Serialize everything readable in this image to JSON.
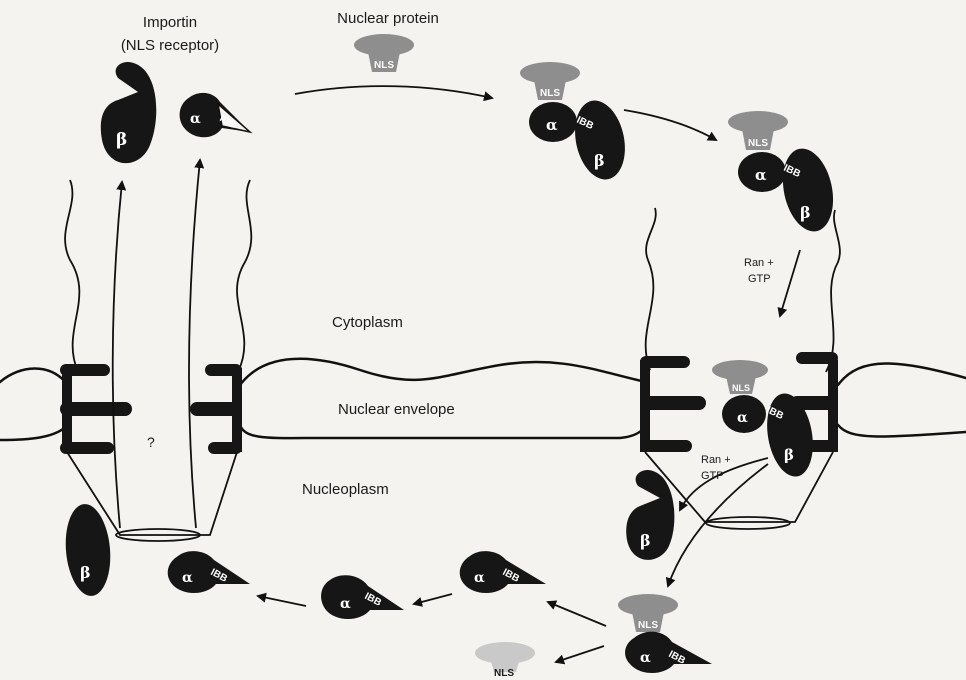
{
  "labels": {
    "importin_line1": "Importin",
    "importin_line2": "(NLS receptor)",
    "nuclear_protein": "Nuclear protein",
    "cytoplasm": "Cytoplasm",
    "nuclear_envelope": "Nuclear envelope",
    "nucleoplasm": "Nucleoplasm",
    "ran_gtp_1_line1": "Ran +",
    "ran_gtp_1_line2": "GTP",
    "ran_gtp_2_line1": "Ran +",
    "ran_gtp_2_line2": "GTP",
    "question_mark": "?"
  },
  "tags": {
    "nls": "NLS",
    "alpha": "α",
    "beta": "β",
    "ibb": "IBB"
  },
  "colors": {
    "subunit": "#161616",
    "protein": "#8e8e8e",
    "released_protein": "#c9c9c9",
    "background": "#f4f3f0"
  }
}
